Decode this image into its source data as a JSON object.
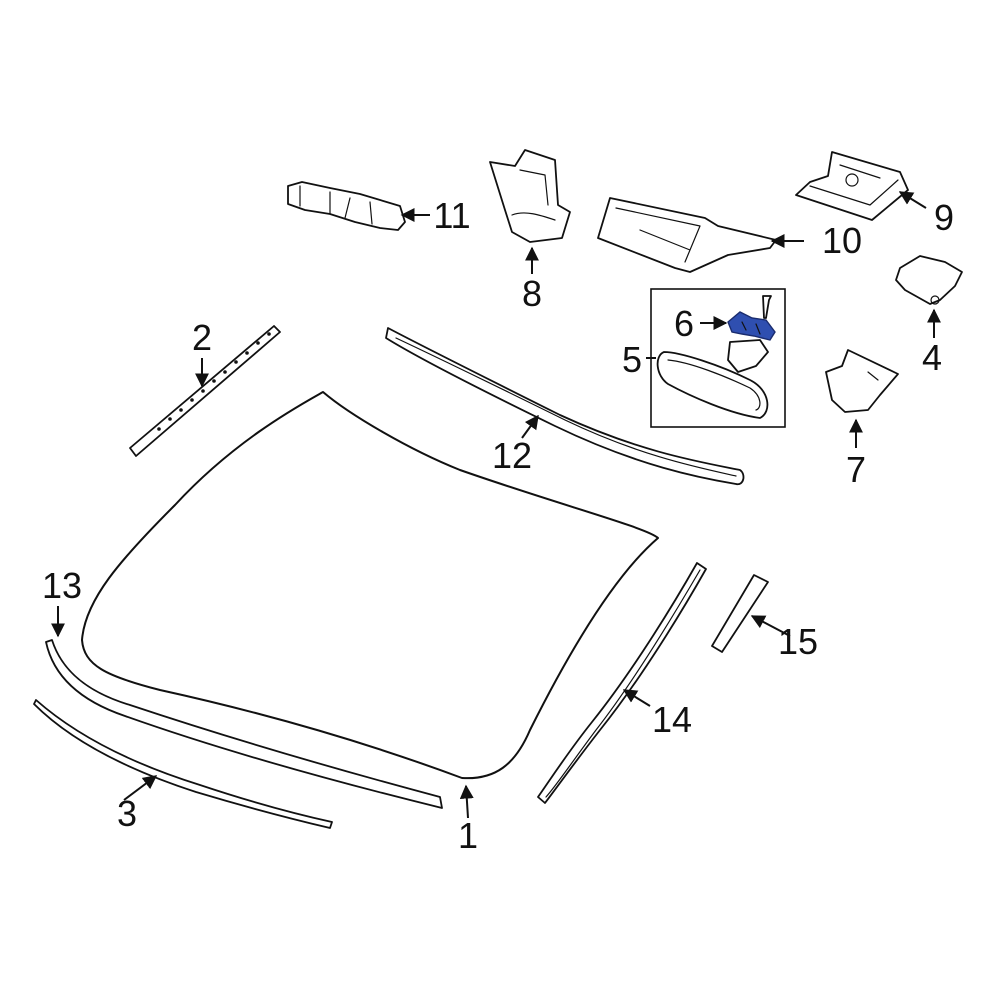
{
  "colors": {
    "line": "#111111",
    "background": "#ffffff",
    "highlight": "#2f4fb0"
  },
  "callouts": [
    {
      "id": "1",
      "label": "1"
    },
    {
      "id": "2",
      "label": "2"
    },
    {
      "id": "3",
      "label": "3"
    },
    {
      "id": "4",
      "label": "4"
    },
    {
      "id": "5",
      "label": "5"
    },
    {
      "id": "6",
      "label": "6"
    },
    {
      "id": "7",
      "label": "7"
    },
    {
      "id": "8",
      "label": "8"
    },
    {
      "id": "9",
      "label": "9"
    },
    {
      "id": "10",
      "label": "10"
    },
    {
      "id": "11",
      "label": "11"
    },
    {
      "id": "12",
      "label": "12"
    },
    {
      "id": "13",
      "label": "13"
    },
    {
      "id": "14",
      "label": "14"
    },
    {
      "id": "15",
      "label": "15"
    }
  ],
  "highlighted_part": "6"
}
